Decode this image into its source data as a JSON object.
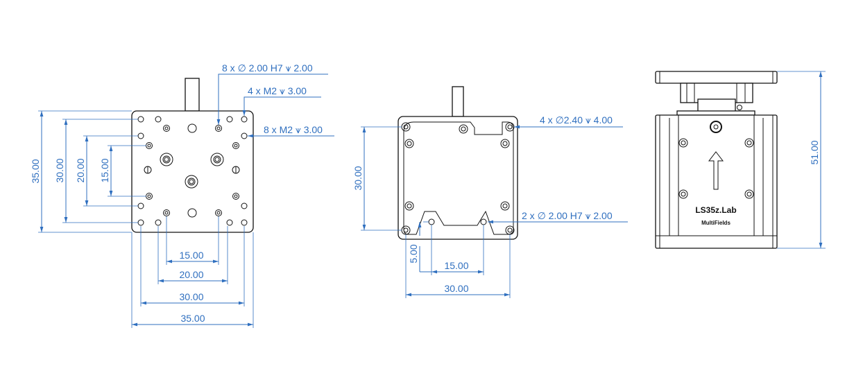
{
  "colors": {
    "dimension": "#2f6fbf",
    "outline": "#111111"
  },
  "top_view": {
    "callouts": {
      "pin_holes": "8 x ∅ 2.00 H7 ⩛ 2.00",
      "m2_corner": "4 x  M2 ⩛ 3.00",
      "m2_side": "8 x  M2 ⩛ 3.00"
    },
    "vertical_dims": [
      "35.00",
      "30.00",
      "20.00",
      "15.00"
    ],
    "horizontal_dims": [
      "15.00",
      "20.00",
      "30.00",
      "35.00"
    ]
  },
  "bottom_view": {
    "callouts": {
      "corner_holes": "4 x ∅2.40 ⩛ 4.00",
      "pin_holes": "2 x  ∅ 2.00 H7 ⩛ 2.00"
    },
    "vertical_dims": [
      "30.00",
      "5.00"
    ],
    "horizontal_dims": [
      "15.00",
      "30.00"
    ]
  },
  "side_view": {
    "model": "LS35z.Lab",
    "brand": "MultiFields",
    "height_dim": "51.00"
  }
}
